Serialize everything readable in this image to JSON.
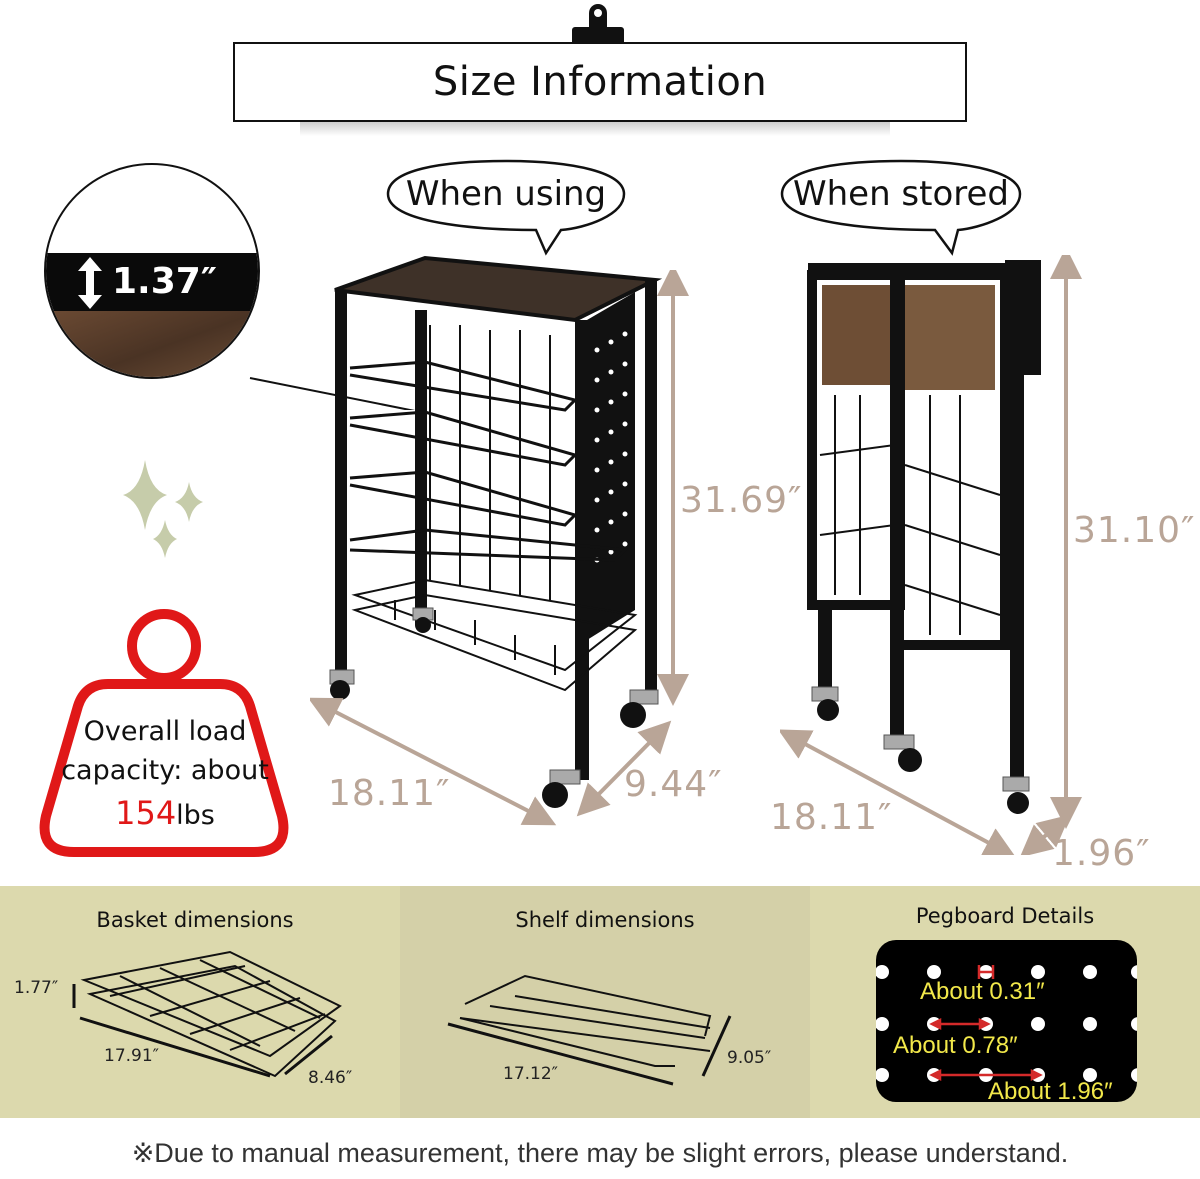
{
  "header": {
    "title": "Size Information"
  },
  "colors": {
    "dimension_label": "#b9a597",
    "load_badge_red": "#e01818",
    "panel_bg_left": "#dcd9ad",
    "panel_bg_middle": "#d4d0a8",
    "panel_bg_right": "#dcd9ad",
    "pegboard_label": "#f2e84a",
    "sparkle": "#c6ccaa"
  },
  "zoom_callout": {
    "icon": "up-down-arrow-icon",
    "thickness": "1.37″"
  },
  "using_view": {
    "bubble_label": "When using",
    "height": "31.69″",
    "width": "18.11″",
    "depth": "9.44″"
  },
  "stored_view": {
    "bubble_label": "When stored",
    "height": "31.10″",
    "width": "18.11″",
    "depth": "1.96″"
  },
  "load_capacity": {
    "icon": "weight-icon",
    "line1": "Overall load",
    "line2": "capacity: about",
    "value": "154",
    "unit": "lbs"
  },
  "panels": [
    {
      "title": "Basket dimensions",
      "height": "1.77″",
      "length": "17.91″",
      "width": "8.46″"
    },
    {
      "title": "Shelf dimensions",
      "length": "17.12″",
      "width": "9.05″"
    },
    {
      "title": "Pegboard Details",
      "hole_diameter": "About 0.31″",
      "hole_spacing": "About 0.78″",
      "double_spacing": "About 1.96″"
    }
  ],
  "footer": {
    "note": "※Due to manual measurement, there may be slight errors, please understand."
  }
}
